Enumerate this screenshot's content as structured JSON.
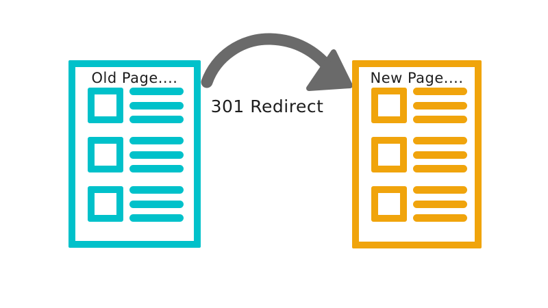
{
  "diagram": {
    "old_page": {
      "title": "Old Page....",
      "rows": 3,
      "lines_per_row": 3
    },
    "new_page": {
      "title": "New Page....",
      "rows": 3,
      "lines_per_row": 3
    },
    "arrow_label": "301 Redirect",
    "colors": {
      "teal": "#00c1ca",
      "orange": "#f0a40c",
      "arrow_gray": "#6a6a6a",
      "label_text": "#1d1d1d",
      "background": "#ffffff"
    }
  }
}
